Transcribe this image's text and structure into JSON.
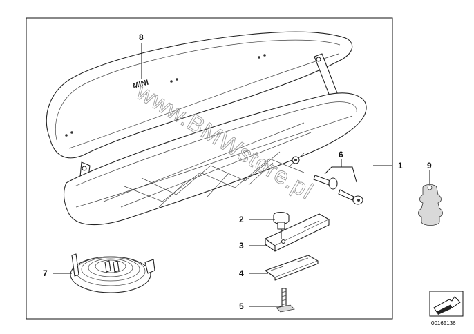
{
  "diagram": {
    "brand_text": "MINI",
    "watermark": "www.BMWstore.pl",
    "reference_number": "00165136",
    "callouts": [
      {
        "id": "1",
        "label": "1"
      },
      {
        "id": "2",
        "label": "2"
      },
      {
        "id": "3",
        "label": "3"
      },
      {
        "id": "4",
        "label": "4"
      },
      {
        "id": "5",
        "label": "5"
      },
      {
        "id": "6",
        "label": "6"
      },
      {
        "id": "7",
        "label": "7"
      },
      {
        "id": "8",
        "label": "8"
      },
      {
        "id": "9",
        "label": "9"
      }
    ]
  }
}
